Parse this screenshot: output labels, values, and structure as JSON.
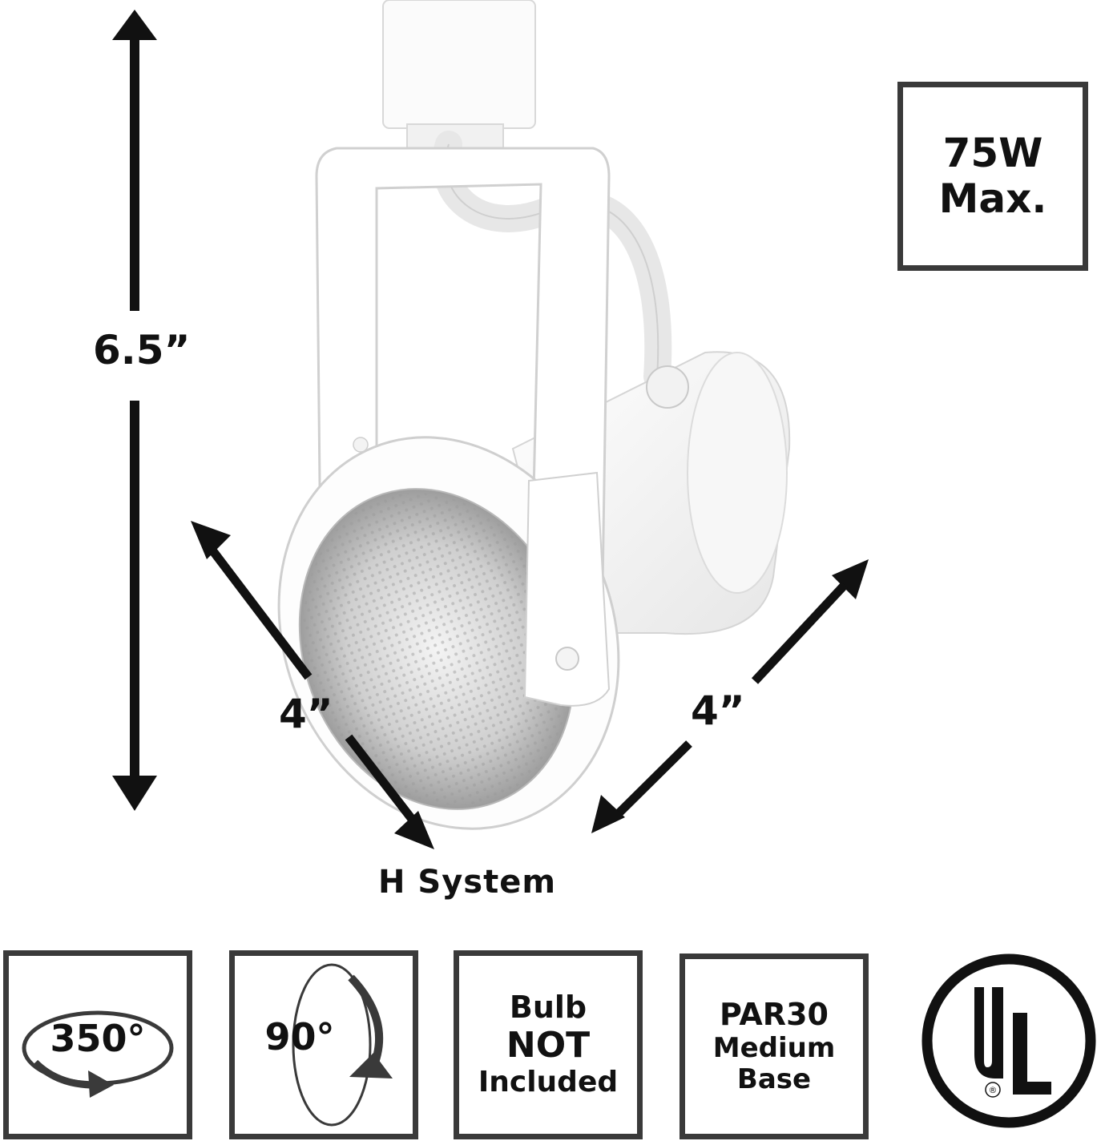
{
  "dimensions": {
    "height_label": "6.5”",
    "width_left_label": "4”",
    "width_right_label": "4”"
  },
  "system_label": "H System",
  "wattage_badge": {
    "line1": "75W",
    "line2": "Max."
  },
  "feature_badges": [
    {
      "id": "rotation",
      "text": "350°"
    },
    {
      "id": "tilt",
      "text": "90°"
    },
    {
      "id": "bulb",
      "line1": "Bulb",
      "line2": "NOT",
      "line3": "Included"
    },
    {
      "id": "base",
      "line1": "PAR30",
      "line2": "Medium",
      "line3": "Base"
    }
  ],
  "certification": {
    "text": "UL",
    "registered_mark": "®"
  },
  "product": {
    "color": "white",
    "icon_name": "track-light-fixture"
  }
}
